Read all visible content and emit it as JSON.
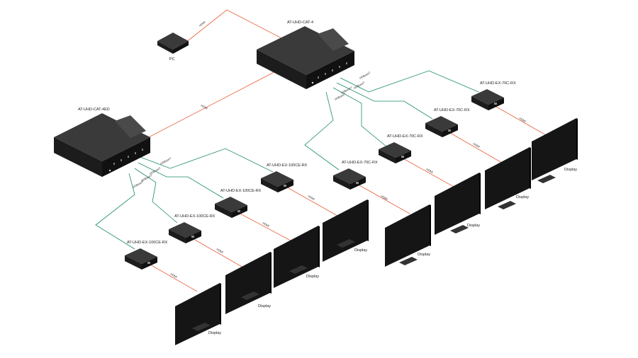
{
  "diagram": {
    "pc": {
      "label": "PC"
    },
    "switches": [
      {
        "label": "AT-UHD-CAT-4"
      },
      {
        "label": "AT-UHD-CAT-4ED"
      }
    ],
    "receivers": [
      {
        "label": "AT-UHD-EX-70C-RX"
      },
      {
        "label": "AT-UHD-EX-70C-RX"
      },
      {
        "label": "AT-UHD-EX-70C-RX"
      },
      {
        "label": "AT-UHD-EX-70C-RX"
      },
      {
        "label": "AT-UHD-EX-100CE-RX"
      },
      {
        "label": "AT-UHD-EX-100CE-RX"
      },
      {
        "label": "AT-UHD-EX-100CE-RX"
      },
      {
        "label": "AT-UHD-EX-100CE-RX"
      }
    ],
    "displays": [
      {
        "label": "Display"
      },
      {
        "label": "Display"
      },
      {
        "label": "Display"
      },
      {
        "label": "Display"
      },
      {
        "label": "Display"
      },
      {
        "label": "Display"
      },
      {
        "label": "Display"
      },
      {
        "label": "Display"
      }
    ],
    "cable_labels": {
      "hdmi": "HDMI",
      "hdbaset": "HDBaseT"
    },
    "colors": {
      "hdmi": "#e8623a",
      "hdbaset": "#1a8a6a",
      "device": "#1f1f1f",
      "screen": "#151515"
    }
  }
}
